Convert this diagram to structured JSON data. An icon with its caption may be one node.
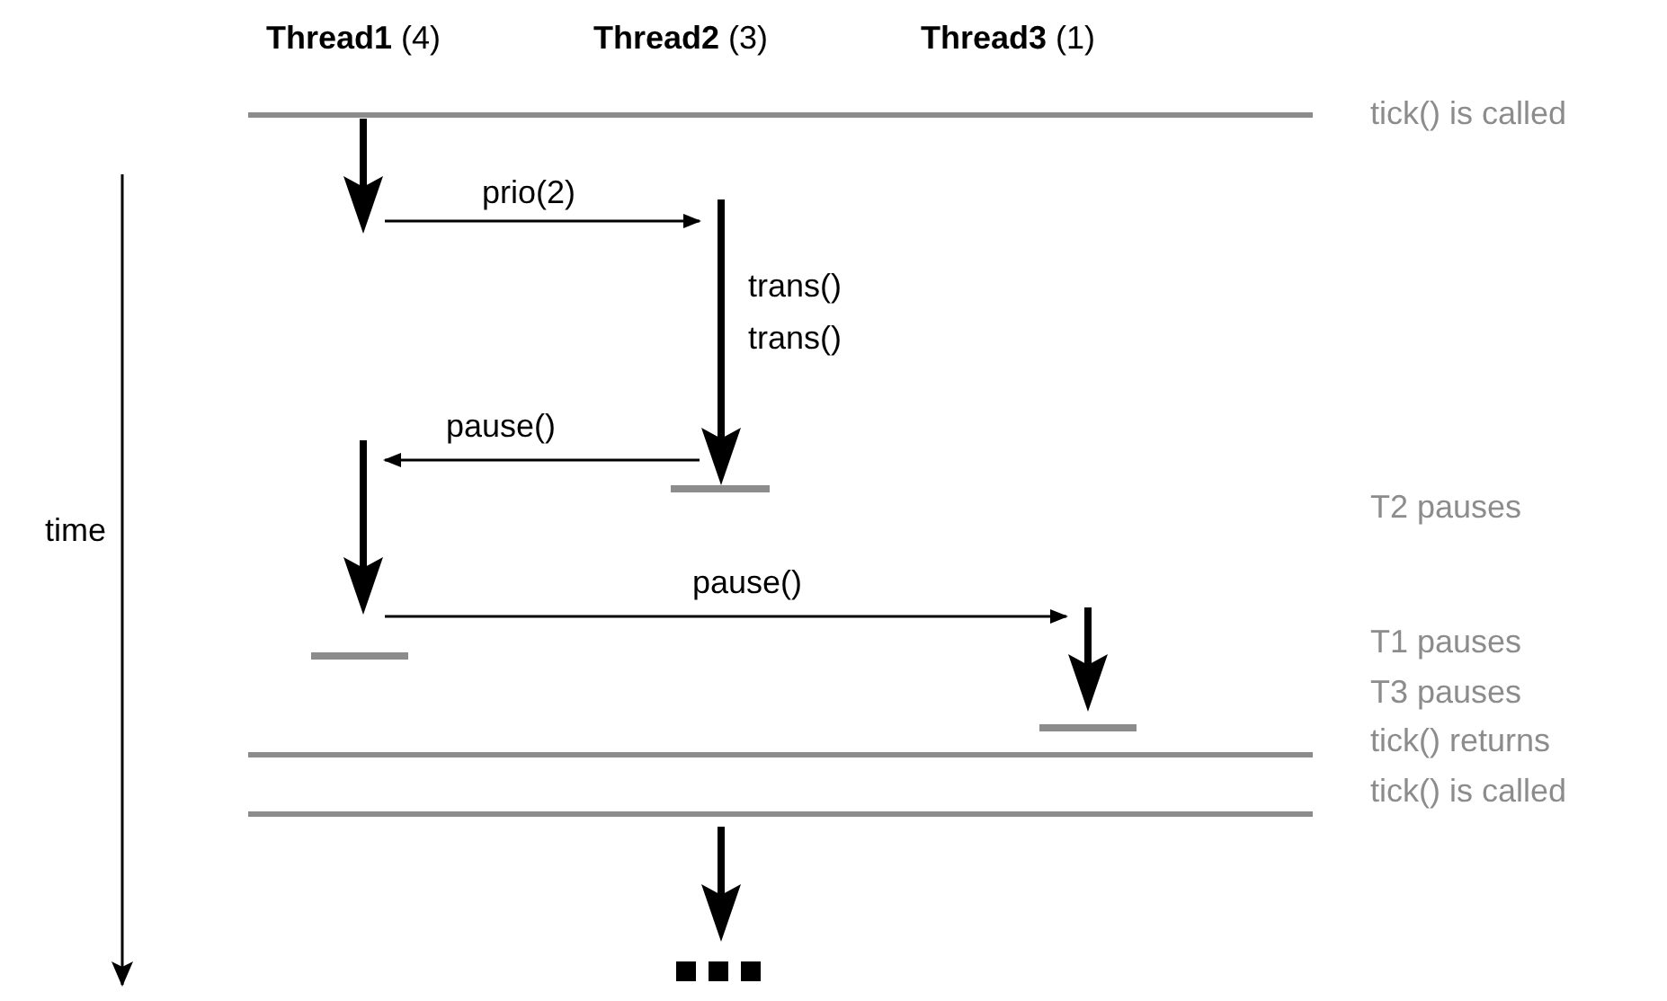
{
  "diagram": {
    "nodes": [
      {
        "text": [
          "**Thread1** (4)"
        ]
      },
      {
        "text": [
          "**Thread2** (3)"
        ]
      },
      {
        "text": [
          "**Thread3** (1)"
        ]
      },
      {
        "text": [],
        "shape": "arrow"
      },
      {
        "text": [],
        "shape": "arrow",
        "beside": [
          "trans()",
          "trans()"
        ]
      },
      {
        "text": [],
        "shape": "arrow"
      },
      {
        "text": [],
        "shape": "arrow"
      },
      {
        "text": [],
        "shape": "arrow"
      }
    ],
    "edges": [
      {
        "from": 3,
        "to": 4,
        "arrow": "to",
        "label": "prio(2)"
      },
      {
        "from": 4,
        "to": 5,
        "arrow": "to",
        "label": "pause()"
      },
      {
        "from": 5,
        "to": 6,
        "arrow": "to",
        "label": "pause()"
      }
    ],
    "labels": [
      "tick() is called",
      "time",
      "T2 pauses",
      "T1 pauses",
      "T3 pauses",
      "tick() returns",
      "tick() is called"
    ]
  }
}
